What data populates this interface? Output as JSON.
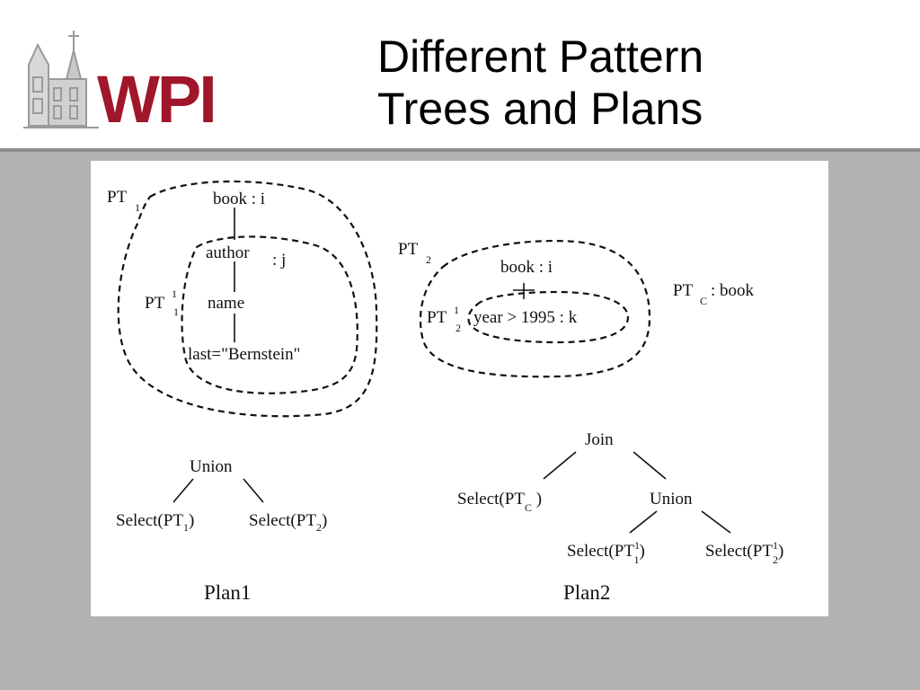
{
  "header": {
    "logo_text": "WPI",
    "title_line1": "Different Pattern",
    "title_line2": "Trees and Plans"
  },
  "colors": {
    "brand": "#a0162a",
    "background": "#b2b2b2",
    "panel": "#ffffff"
  },
  "diagram": {
    "pattern_trees": {
      "pt1_label": "PT",
      "pt1_sub": "1",
      "pt1_prime_label": "PT",
      "pt1_prime_sup": "1",
      "pt1_prime_sub": "1",
      "node_book": "book : i",
      "node_author": "author",
      "node_author_var": ": j",
      "node_name": "name",
      "node_last": "last=\"Bernstein\"",
      "pt2_label": "PT",
      "pt2_sub": "2",
      "pt2_book": "book : i",
      "pt2_prime_label": "PT",
      "pt2_prime_sup": "1",
      "pt2_prime_sub": "2",
      "pt2_year": "year > 1995 : k",
      "ptc_label": "PT",
      "ptc_sub": "C",
      "ptc_value": ": book"
    },
    "plan1": {
      "root": "Union",
      "left": "Select(PT",
      "left_sub": "1",
      "left_close": ")",
      "right": "Select(PT",
      "right_sub": "2",
      "right_close": ")",
      "caption": "Plan1"
    },
    "plan2": {
      "root": "Join",
      "left": "Select(PT",
      "left_sub": "C",
      "left_close": " )",
      "union": "Union",
      "ul": "Select(PT",
      "ul_sup": "1",
      "ul_sub": "1",
      "ul_close": ")",
      "ur": "Select(PT",
      "ur_sup": "1",
      "ur_sub": "2",
      "ur_close": ")",
      "caption": "Plan2"
    }
  }
}
